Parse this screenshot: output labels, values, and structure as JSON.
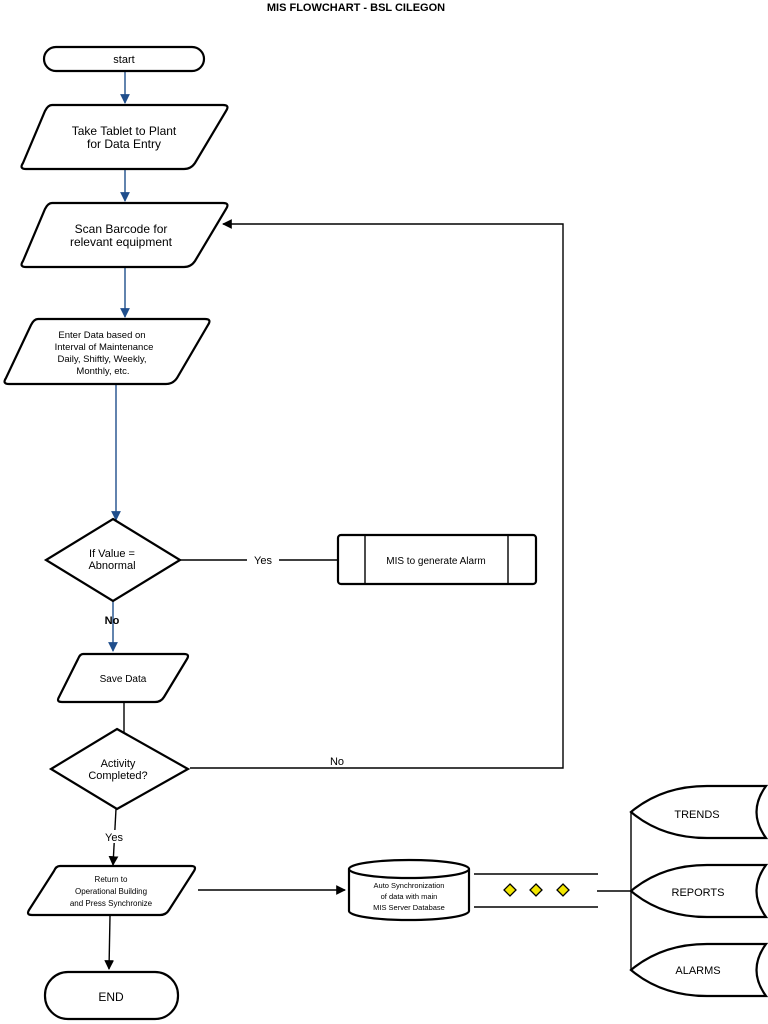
{
  "title": "MIS FLOWCHART - BSL CILEGON",
  "nodes": {
    "start": "start",
    "take_tablet": [
      "Take Tablet to Plant",
      "for Data Entry"
    ],
    "scan_barcode": [
      "Scan Barcode for",
      "relevant equipment"
    ],
    "enter_data": [
      "Enter Data based on",
      "Interval of Maintenance",
      "Daily, Shiftly, Weekly,",
      "Monthly, etc."
    ],
    "if_value": [
      "If Value =",
      "Abnormal"
    ],
    "alarm": "MIS to generate Alarm",
    "save_data": "Save Data",
    "activity_completed": [
      "Activity",
      "Completed?"
    ],
    "return": [
      "Return to",
      "Operational Building",
      "and Press Synchronize"
    ],
    "end": "END",
    "auto_sync": [
      "Auto Synchronization",
      "of data with main",
      "MIS Server Database"
    ],
    "trends": "TRENDS",
    "reports": "REPORTS",
    "alarms": "ALARMS"
  },
  "edge_labels": {
    "yes_alarm": "Yes",
    "no_save": "No",
    "no_loop": "No",
    "yes_return": "Yes"
  },
  "colors": {
    "connector_blue": "#1f4e8c",
    "diamond_fill": "#f2e600"
  }
}
